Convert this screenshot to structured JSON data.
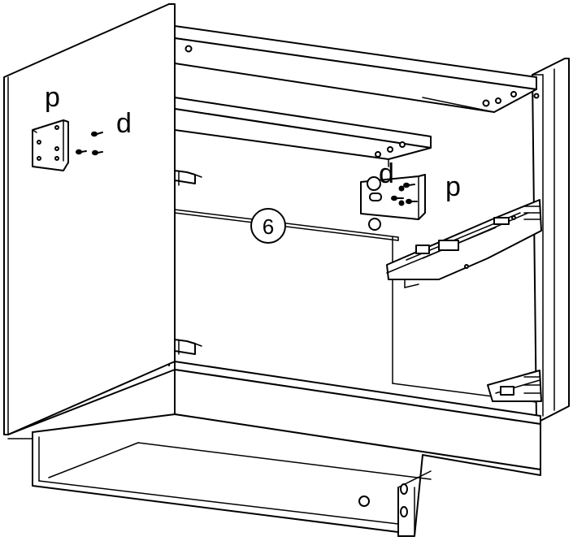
{
  "labels": {
    "left_bracket_letter": "p",
    "left_screw_letter": "d",
    "right_screw_letter": "d",
    "right_bracket_letter": "p",
    "step_number": "6"
  },
  "colors": {
    "stroke": "#000000",
    "fill": "#ffffff",
    "hole": "#ffffff"
  }
}
